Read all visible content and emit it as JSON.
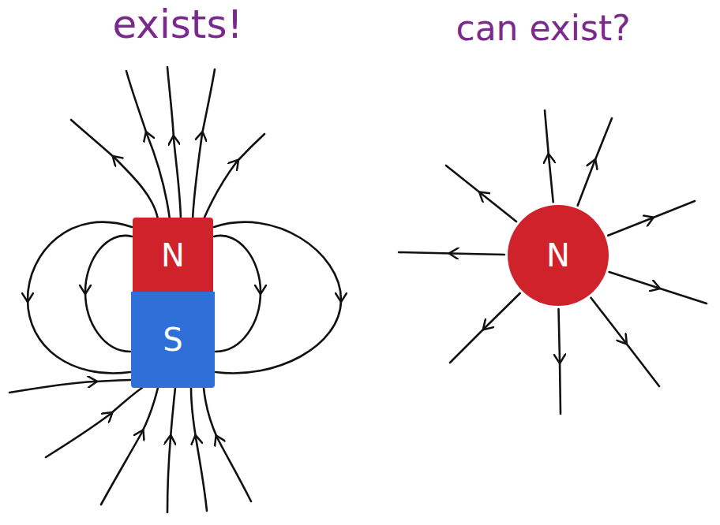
{
  "diagram": {
    "nodes": [
      {
        "text": [
          "N"
        ]
      },
      {
        "text": [
          "S"
        ]
      },
      {
        "text": [
          "N"
        ]
      }
    ],
    "labels": [
      "exists!",
      "can exist?"
    ]
  }
}
